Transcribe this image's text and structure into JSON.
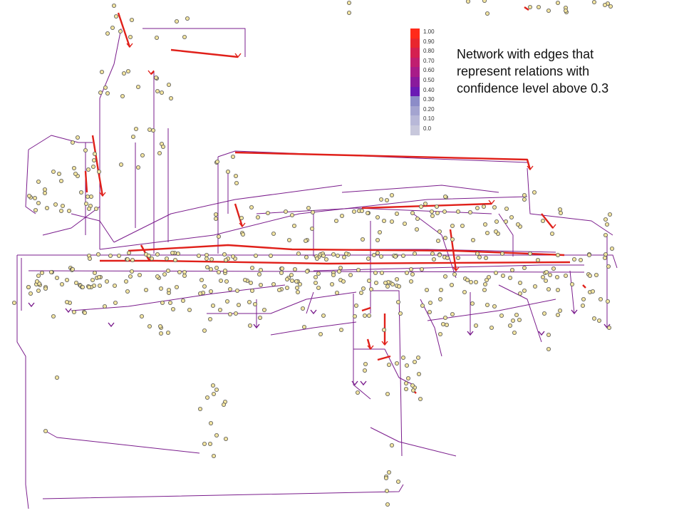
{
  "caption": {
    "line1": "Network with edges that",
    "line2": "represent relations with",
    "line3": "confidence level above 0.3"
  },
  "legend": {
    "levels": [
      {
        "label": "1.00",
        "color": "#ff2a1a"
      },
      {
        "label": "0.90",
        "color": "#e8262e"
      },
      {
        "label": "0.80",
        "color": "#d42050"
      },
      {
        "label": "0.70",
        "color": "#c01e70"
      },
      {
        "label": "0.60",
        "color": "#a81c88"
      },
      {
        "label": "0.50",
        "color": "#8a1a9c"
      },
      {
        "label": "0.40",
        "color": "#6a1ab4"
      },
      {
        "label": "0.30",
        "color": "#8c8cc8"
      },
      {
        "label": "0.20",
        "color": "#a4a4d0"
      },
      {
        "label": "0.10",
        "color": "#b8b8d8"
      },
      {
        "label": "0.0",
        "color": "#c8c8dc"
      }
    ]
  },
  "colors": {
    "node_fill": "#f2e4a0",
    "node_stroke": "#555555",
    "edge_purple": "#7a1c8c",
    "edge_red": "#e0201a"
  }
}
